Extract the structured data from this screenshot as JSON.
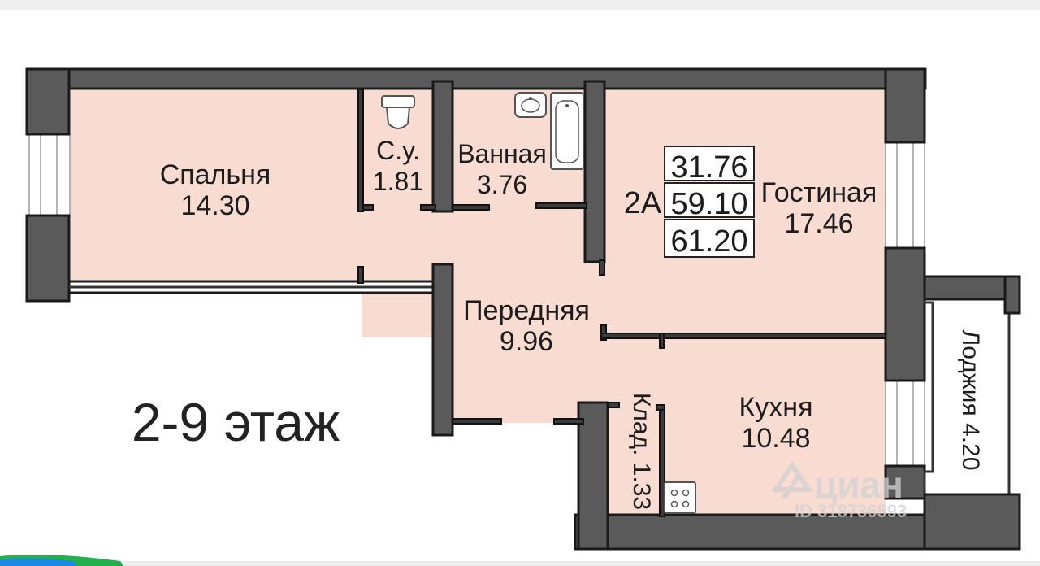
{
  "floor_label": "2-9 этаж",
  "apartment": {
    "code": "2А",
    "areas": [
      "31.76",
      "59.10",
      "61.20"
    ]
  },
  "rooms": {
    "bedroom": {
      "name": "Спальня",
      "area": "14.30"
    },
    "wc": {
      "name": "С.у.",
      "area": "1.81"
    },
    "bathroom": {
      "name": "Ванная",
      "area": "3.76"
    },
    "living": {
      "name": "Гостиная",
      "area": "17.46"
    },
    "hall": {
      "name": "Передняя",
      "area": "9.96"
    },
    "kitchen": {
      "name": "Кухня",
      "area": "10.48"
    },
    "storage": {
      "label": "Клад. 1.33"
    },
    "loggia": {
      "label": "Лоджия 4.20"
    }
  },
  "watermark": {
    "brand": "циан",
    "id": "ID 318736593"
  },
  "colors": {
    "room_fill": "#f8dcd2",
    "wall": "#5a5a5a",
    "background": "#ffffff"
  }
}
